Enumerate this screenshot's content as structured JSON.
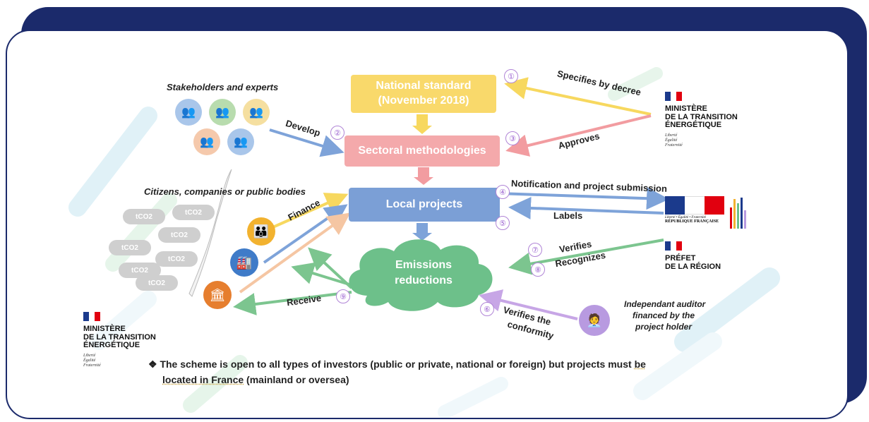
{
  "nodes": {
    "national_standard": {
      "line1": "National standard",
      "line2": "(November 2018)",
      "color": "#f9d96b"
    },
    "sectoral": {
      "label": "Sectoral methodologies",
      "color": "#f4a9ab"
    },
    "local": {
      "label": "Local projects",
      "color": "#7b9fd6"
    },
    "emissions": {
      "line1": "Emissions",
      "line2": "reductions",
      "color": "#6dc08a"
    }
  },
  "labels": {
    "stakeholders": "Stakeholders and experts",
    "citizens": "Citizens, companies or public bodies",
    "auditor_l1": "Independant auditor",
    "auditor_l2": "financed by the",
    "auditor_l3": "project holder"
  },
  "edges": {
    "specifies": "Specifies by decree",
    "develop": "Develop",
    "approves": "Approves",
    "notification": "Notification and project submission",
    "labels": "Labels",
    "finance": "Finance",
    "verifies": "Verifies",
    "recognizes": "Recognizes",
    "receive": "Receive",
    "verifies_conf_l1": "Verifies the",
    "verifies_conf_l2": "conformity"
  },
  "steps": [
    "①",
    "②",
    "③",
    "④",
    "⑤",
    "⑥",
    "⑦",
    "⑧",
    "⑨"
  ],
  "logos": {
    "ministere_top": {
      "l1": "MINISTÈRE",
      "l2": "DE LA TRANSITION",
      "l3": "ÉNERGÉTIQUE",
      "motto": [
        "Liberté",
        "Égalité",
        "Fraternité"
      ]
    },
    "ministere_bottom": {
      "l1": "MINISTÈRE",
      "l2": "DE LA TRANSITION",
      "l3": "ÉNERGÉTIQUE",
      "motto": [
        "Liberté",
        "Égalité",
        "Fraternité"
      ]
    },
    "prefet": {
      "l1": "PRÉFET",
      "l2": "DE LA RÉGION"
    },
    "republique": {
      "caption": "RÉPUBLIQUE FRANÇAISE",
      "motto": "Liberté • Égalité • Fraternité"
    }
  },
  "clouds": [
    "tCO2",
    "tCO2",
    "tCO2",
    "tCO2",
    "tCO2",
    "tCO2",
    "tCO2"
  ],
  "footer": {
    "bullet_symbol": "❖",
    "part1": "The scheme is open to all types of investors (public or private, national or foreign) but projects must ",
    "be": "be",
    "part2": "located in France",
    "part3": " (mainland or oversea)"
  },
  "colors": {
    "navy": "#1b2a6b",
    "yellow_arrow": "#f7d85f",
    "pink_arrow": "#f29ca0",
    "blue_arrow": "#7ea3d9",
    "green_arrow": "#7cc58f",
    "purple": "#c7a6e6",
    "step_circle": "#9a5fd0"
  }
}
